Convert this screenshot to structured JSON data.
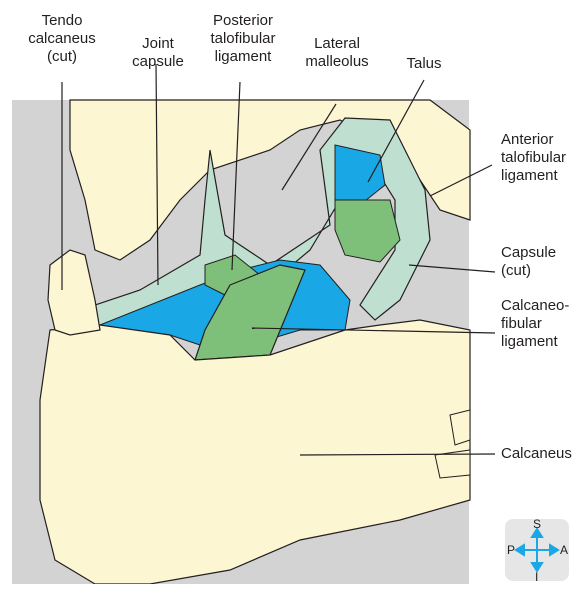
{
  "labels": {
    "tendo_calcaneus": "Tendo\ncalcaneus\n(cut)",
    "joint_capsule": "Joint\ncapsule",
    "posterior_talofibular": "Posterior\ntalofibular\nligament",
    "lateral_malleolus": "Lateral\nmalleolus",
    "talus": "Talus",
    "anterior_talofibular": "Anterior\ntalofibular\nligament",
    "capsule_cut": "Capsule\n(cut)",
    "calcaneofibular": "Calcaneo-\nfibular\nligament",
    "calcaneus": "Calcaneus"
  },
  "compass": {
    "superior": "S",
    "posterior": "P",
    "anterior": "A",
    "inferior": "I"
  },
  "colors": {
    "background": "#d3d3d3",
    "bone": "#fdf6d2",
    "capsule": "#bfe0d0",
    "ligament": "#7ec07a",
    "cartilage": "#1aa7e6",
    "outline": "#231f20",
    "compass_bg": "#e6e6e6",
    "compass_arrow": "#1aa7e6"
  }
}
